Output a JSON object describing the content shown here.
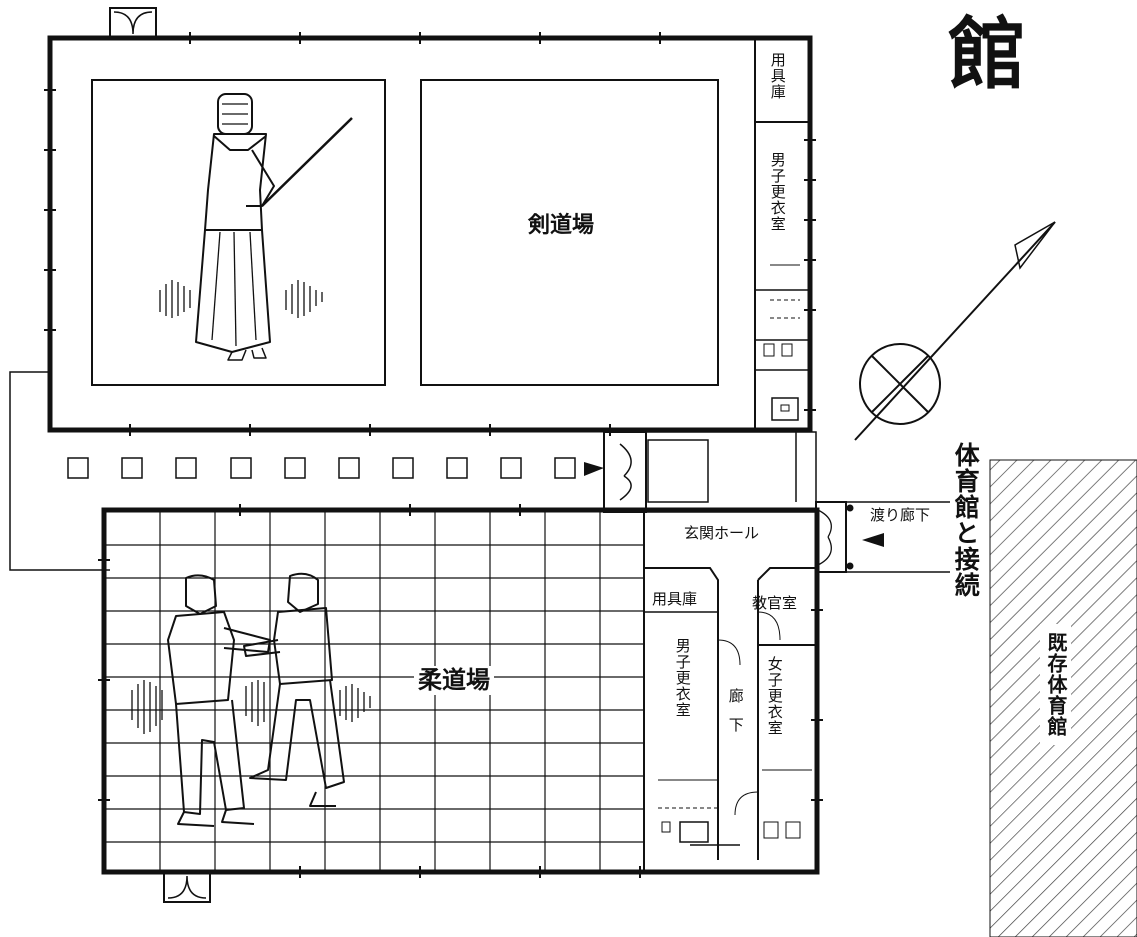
{
  "title_partial": "館",
  "rooms": {
    "kendo_hall": "剣道場",
    "judo_hall": "柔道場",
    "storage_upper": "用具庫",
    "storage_lower": "用具庫",
    "mens_locker_upper": "男子更衣室",
    "mens_locker_lower": "男子更衣室",
    "womens_locker": "女子更衣室",
    "entrance_hall": "玄関ホール",
    "instructor_room": "教官室",
    "corridor": "廊下"
  },
  "connection": {
    "bridge_corridor": "渡り廊下",
    "gym_connection": "体育館と接続",
    "existing_gym": "既存体育館"
  },
  "stepping_stone_count": 10,
  "colors": {
    "ink": "#111111",
    "paper": "#ffffff",
    "hatch": "#444444"
  },
  "icons": [
    "north-arrow-icon",
    "kendo-figure-illustration",
    "judo-figures-illustration",
    "entrance-arrow-icon"
  ]
}
